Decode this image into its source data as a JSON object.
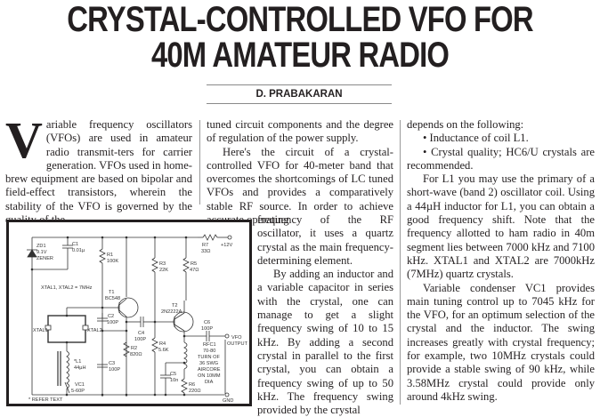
{
  "article": {
    "title_line1": "CRYSTAL-CONTROLLED VFO FOR",
    "title_line2": "40M AMATEUR RADIO",
    "author": "D. PRABAKARAN",
    "dropcap": "V",
    "col1": {
      "p1_rest": "ariable frequency oscillators (VFOs) are used in amateur radio transmit-ters for carrier generation. VFOs used in home-brew equipment are based on bipolar and field-effect transistors, wherein the stability of the VFO is governed by the quality of the"
    },
    "col2": {
      "p1": "tuned circuit components and the degree of regulation of the power supply.",
      "p2": "Here's the circuit of a crystal-controlled VFO for 40-meter band that overcomes the shortcomings of LC tuned VFOs and provides a comparatively stable RF source. In order to achieve accurate operating",
      "p2b": "frequency of the RF oscillator, it uses a quartz crystal as the main frequency-determining element.",
      "p3": "By adding an inductor and a variable capacitor in series with the crystal, one can manage to get a slight frequency swing of 10 to 15 kHz. By adding a second crystal in parallel to the first crystal, you can obtain a frequency swing of up to 50 kHz.  The frequency swing provided by the crystal"
    },
    "col3": {
      "p1": "depends on the following:",
      "bullet1": "• Inductance of coil L1.",
      "bullet2": "• Crystal quality; HC6/U crystals are recommended.",
      "p2": "For L1 you may use the primary of a short-wave (band 2) oscillator coil. Using a 44µH inductor for L1, you can obtain a good frequency shift. Note that the frequency allotted to ham radio in 40m segment lies between 7000 kHz and 7100 kHz. XTAL1 and XTAL2 are 7000kHz (7MHz) quartz crystals.",
      "p3": "Variable condenser VC1 provides main tuning control up to 7045 kHz for the VFO, for an optimum selection of the crystal and the inductor. The swing increases greatly with crystal frequency; for example, two 10MHz crystals could provide a stable swing of 90 kHz, while 3.58MHz crystal could provide only around 4kHz swing."
    }
  },
  "schematic": {
    "zd1_name": "ZD1",
    "zd1_value": "9.1V",
    "zd1_type": "ZENER",
    "c1_name": "C1",
    "c1_value": "0.01µ",
    "r1_name": "R1",
    "r1_value": "100K",
    "xtal_note": "XTAL1, XTAL2 = 7MHz",
    "t1_name": "T1",
    "t1_type": "BC548",
    "xtal1": "XTAL1",
    "xtal2": "XTAL2",
    "c2_name": "C2",
    "c2_value": "100P",
    "l1_name": "*L1",
    "l1_value": "44µH",
    "c3_name": "C3",
    "c3_value": "100P",
    "vc1_name": "VC1",
    "vc1_value": "5-60P",
    "r2_name": "R2",
    "r2_value": "820Ω",
    "c4_name": "C4",
    "c4_value": "100P",
    "r3_name": "R3",
    "r3_value": "22K",
    "r4_name": "R4",
    "r4_value": "5.6K",
    "r5_name": "R5",
    "r5_value": "47Ω",
    "r7_name": "R7",
    "r7_value": "33Ω",
    "supply": "+12V",
    "t2_name": "T2",
    "t2_type": "2N2222A",
    "c6_name": "C6",
    "c6_value": "100P",
    "rfc1_name": "RFC1",
    "rfc1_l1": "70-80",
    "rfc1_l2": "TURN OF",
    "rfc1_l3": "36 SWG",
    "rfc1_l4": "AIRCORE",
    "rfc1_l5": "ON 10MM",
    "rfc1_l6": "DIA",
    "out1": "VFO",
    "out2": "OUTPUT",
    "c5_name": "C5",
    "c5_value": "10n",
    "r6_name": "R6",
    "r6_value": "220Ω",
    "gnd": "GND",
    "refer": "* REFER TEXT"
  }
}
